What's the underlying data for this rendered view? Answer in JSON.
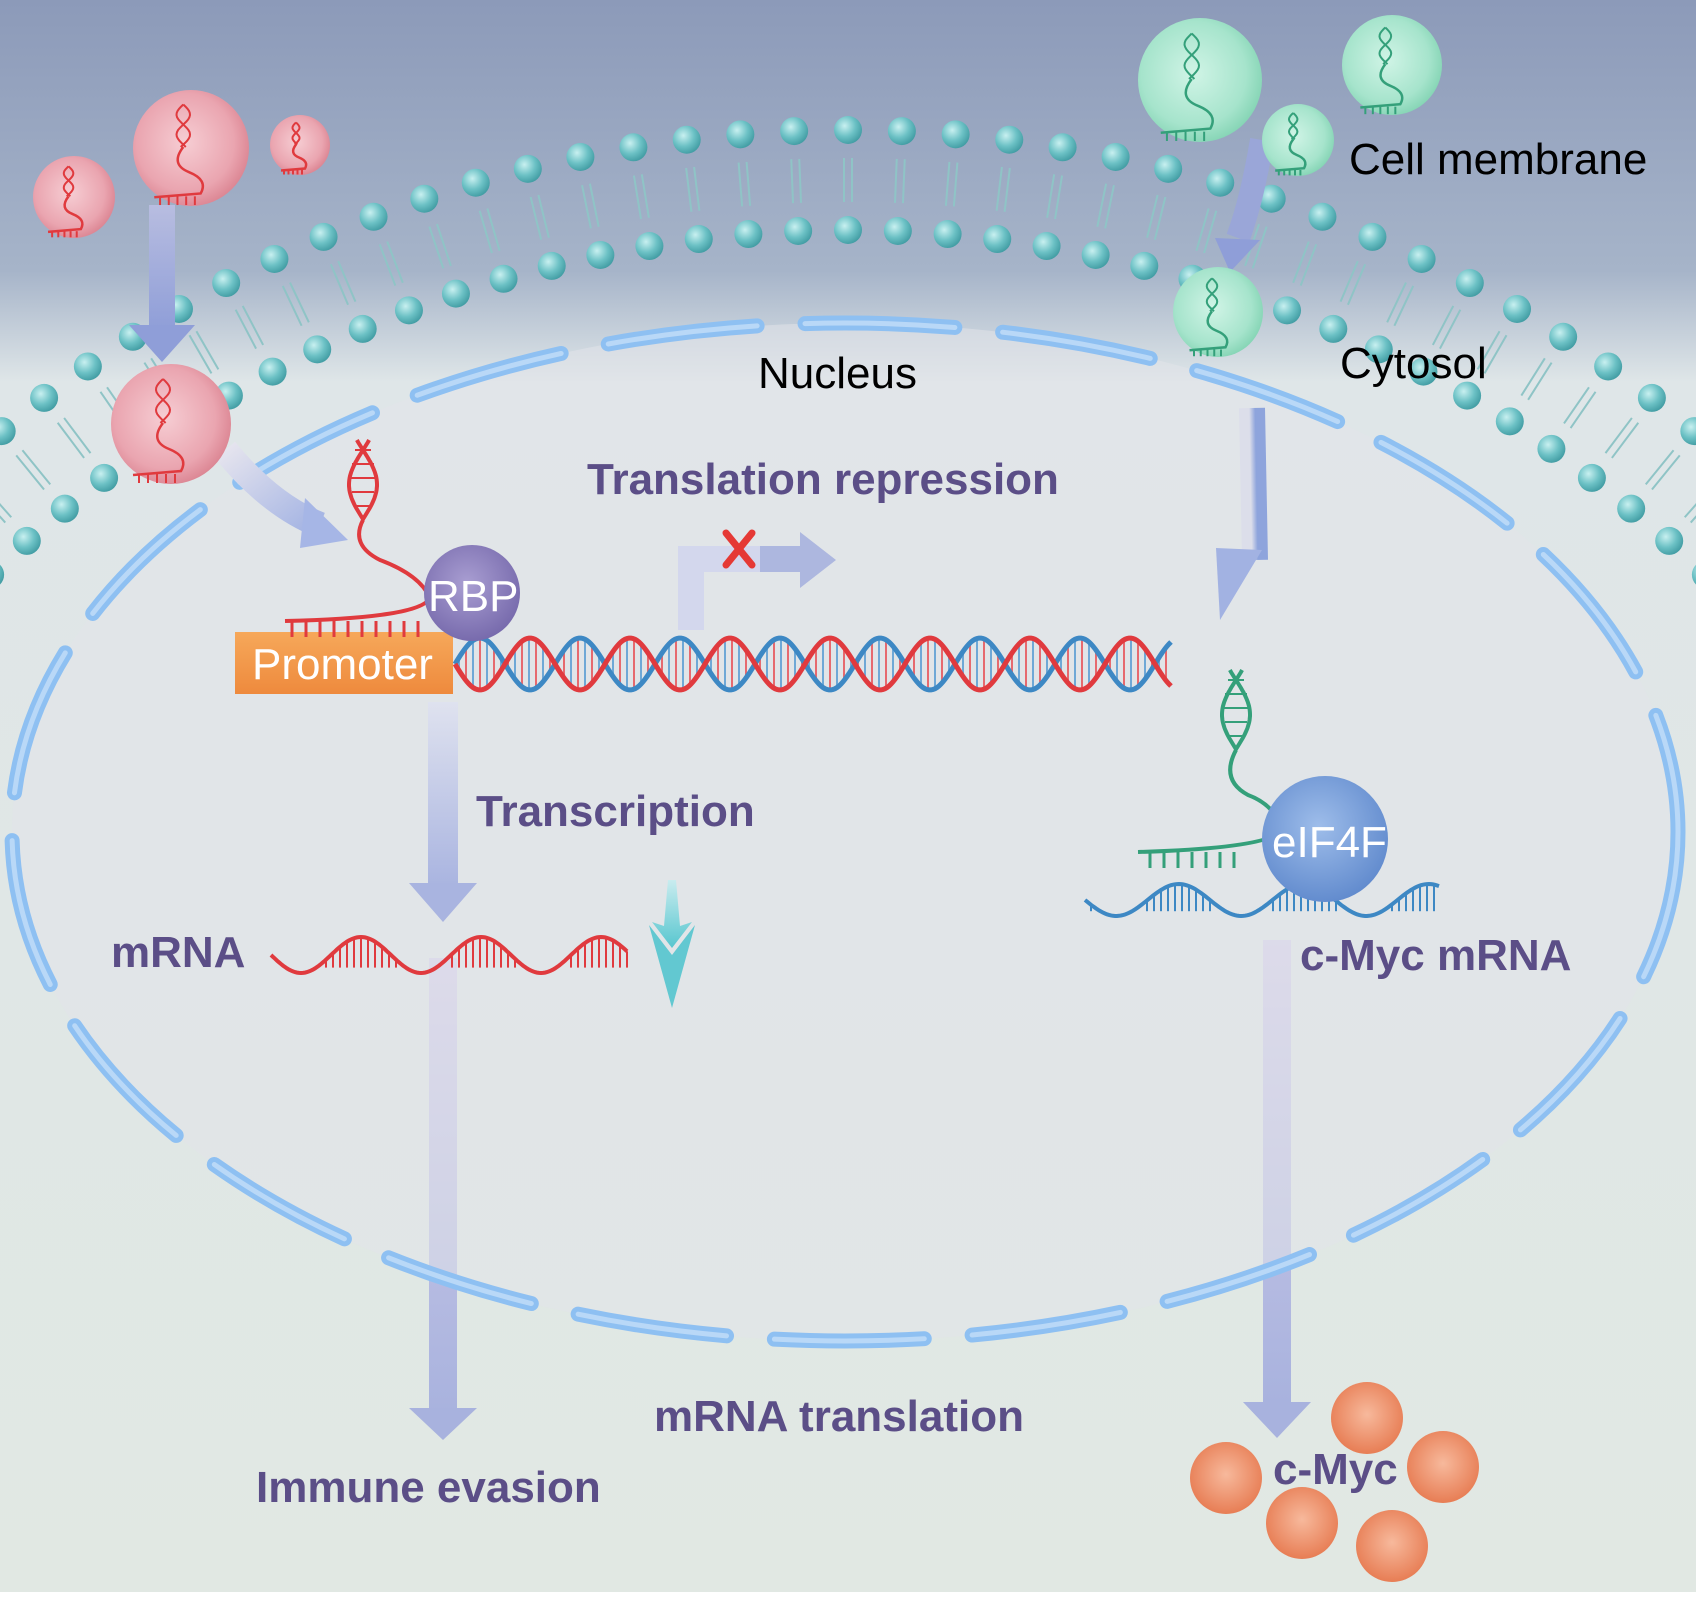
{
  "labels": {
    "cell_membrane": "Cell membrane",
    "cytosol": "Cytosol",
    "nucleus": "Nucleus",
    "translation_repression": "Translation repression",
    "transcription": "Transcription",
    "mrna": "mRNA",
    "cmyc_mrna": "c-Myc mRNA",
    "mrna_translation": "mRNA translation",
    "immune_evasion": "Immune evasion",
    "cmyc": "c-Myc",
    "rbp": "RBP",
    "promoter": "Promoter",
    "eif4f": "eIF4F"
  },
  "colors": {
    "membrane_bead": "#5fb7bd",
    "nuclear_envelope": "#8db8ef",
    "pink_vesicle": "#e48b98",
    "green_vesicle": "#7fd4b4",
    "rbp": "#8477b8",
    "eif4f": "#6c96d6",
    "promoter": "#f08c46",
    "cmyc_protein": "#ec7f55",
    "label_purple": "#5b4e87",
    "red_strand": "#e03a3e",
    "blue_strand": "#3d88c4",
    "green_strand": "#34a07a",
    "cross_mark": "#e53935"
  },
  "icons": {
    "repression_mark": "cross-icon",
    "down_arrow": "chevron-down-icon"
  }
}
